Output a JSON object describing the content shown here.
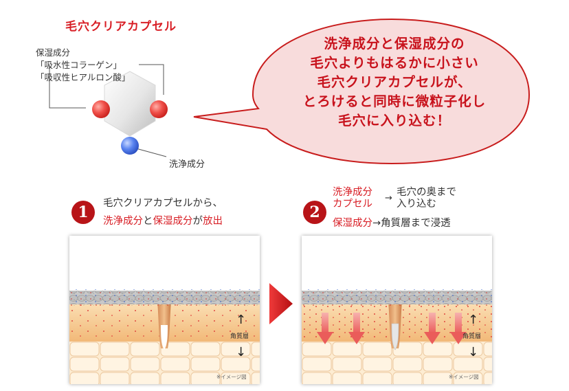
{
  "capsule": {
    "title": "毛穴クリアカプセル",
    "ingredients_lines": [
      "保湿成分",
      "「吸水性コラーゲン」",
      "「吸収性ヒアルロン酸」"
    ],
    "cleansing_label": "洗浄成分"
  },
  "bubble": {
    "lines": [
      "洗浄成分と保湿成分の",
      "毛穴よりもはるかに小さい",
      "毛穴クリアカプセルが、",
      "とろけると同時に微粒子化し",
      "毛穴に入り込む！"
    ]
  },
  "step1": {
    "number": "1",
    "line1": "毛穴クリアカプセルから、",
    "cleansing": "洗浄成分",
    "and": "と",
    "moisture": "保湿成分",
    "ga": "が",
    "release": "放出"
  },
  "step2": {
    "number": "2",
    "red1": "洗浄成分",
    "red2": "カプセル",
    "arrow": "→",
    "black1": "毛穴の奥まで",
    "black2": "入り込む",
    "moisture": "保湿成分",
    "moisture_rest": "→角質層まで浸透"
  },
  "panels": {
    "layer_label": "角質層",
    "note": "※イメージ図"
  },
  "colors": {
    "accent_red": "#d81e25",
    "step_red": "#b81418",
    "bubble_pink": "#f8dcdc",
    "skin": "#f6c98a"
  }
}
